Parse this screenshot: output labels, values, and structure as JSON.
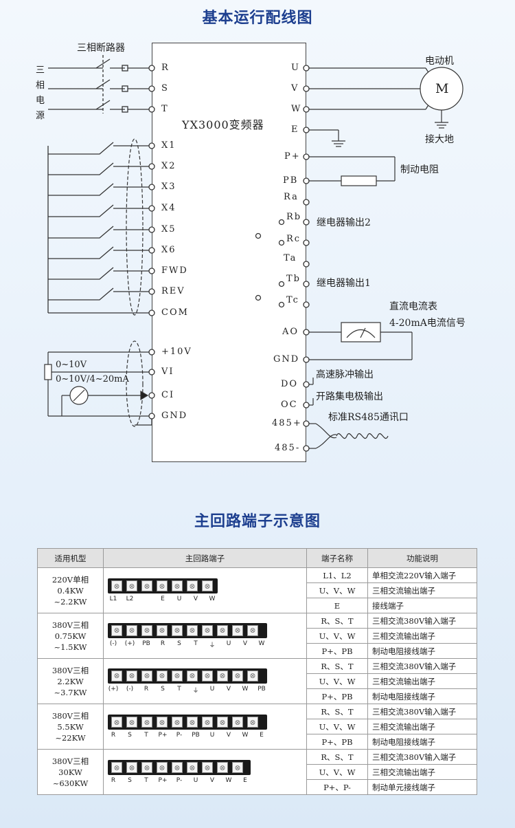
{
  "titles": {
    "wiring": "基本运行配线图",
    "terminals": "主回路端子示意图"
  },
  "wiring": {
    "vfd_name": "YX3000变频器",
    "labels": {
      "breaker": "三相断路器",
      "power_source": "三相电源",
      "motor": "电动机",
      "motor_symbol": "M",
      "ground": "接大地",
      "brake_resistor": "制动电阻",
      "relay2": "继电器输出2",
      "relay1": "继电器输出1",
      "ammeter": "直流电流表",
      "current_signal": "4-20mA电流信号",
      "pot_range": "0~10V",
      "vi_range": "0~10V/4~20mA",
      "pulse_out": "高速脉冲输出",
      "oc_out": "开路集电极输出",
      "rs485": "标准RS485通讯口"
    },
    "left_pins": [
      "R",
      "S",
      "T",
      "X1",
      "X2",
      "X3",
      "X4",
      "X5",
      "X6",
      "FWD",
      "REV",
      "COM",
      "+10V",
      "VI",
      "CI",
      "GND"
    ],
    "right_pins": [
      "U",
      "V",
      "W",
      "E",
      "P+",
      "PB",
      "Ra",
      "Rb",
      "Rc",
      "Ta",
      "Tb",
      "Tc",
      "AO",
      "GND",
      "DO",
      "OC",
      "485+",
      "485-"
    ]
  },
  "table": {
    "headers": [
      "适用机型",
      "主回路端子",
      "端子名称",
      "功能说明"
    ],
    "groups": [
      {
        "model": [
          "220V单相",
          "0.4KW ~2.2KW"
        ],
        "screws": 7,
        "labels": [
          "L1",
          "L2",
          "",
          "E",
          "U",
          "V",
          "W"
        ],
        "rows": [
          {
            "name": "L1、L2",
            "func": "单相交流220V输入端子"
          },
          {
            "name": "U、V、W",
            "func": "三相交流输出端子"
          },
          {
            "name": "E",
            "func": "接线端子"
          }
        ]
      },
      {
        "model": [
          "380V三相",
          "0.75KW ~1.5KW"
        ],
        "screws": 10,
        "labels": [
          "(-)",
          "(+)",
          "PB",
          "R",
          "S",
          "T",
          "⏚",
          "U",
          "V",
          "W"
        ],
        "rows": [
          {
            "name": "R、S、T",
            "func": "三相交流380V输入端子"
          },
          {
            "name": "U、V、W",
            "func": "三相交流输出端子"
          },
          {
            "name": "P+、PB",
            "func": "制动电阻接线端子"
          }
        ]
      },
      {
        "model": [
          "380V三相",
          "2.2KW ~3.7KW"
        ],
        "screws": 10,
        "labels": [
          "(+)",
          "(-)",
          "R",
          "S",
          "T",
          "⏚",
          "U",
          "V",
          "W",
          "PB"
        ],
        "rows": [
          {
            "name": "R、S、T",
            "func": "三相交流380V输入端子"
          },
          {
            "name": "U、V、W",
            "func": "三相交流输出端子"
          },
          {
            "name": "P+、PB",
            "func": "制动电阻接线端子"
          }
        ]
      },
      {
        "model": [
          "380V三相",
          "5.5KW ~22KW"
        ],
        "screws": 10,
        "labels": [
          "R",
          "S",
          "T",
          "P+",
          "P-",
          "PB",
          "U",
          "V",
          "W",
          "E"
        ],
        "rows": [
          {
            "name": "R、S、T",
            "func": "三相交流380V输入端子"
          },
          {
            "name": "U、V、W",
            "func": "三相交流输出端子"
          },
          {
            "name": "P+、PB",
            "func": "制动电阻接线端子"
          }
        ]
      },
      {
        "model": [
          "380V三相",
          "30KW ~630KW"
        ],
        "screws": 9,
        "labels": [
          "R",
          "S",
          "T",
          "P+",
          "P-",
          "U",
          "V",
          "W",
          "E"
        ],
        "rows": [
          {
            "name": "R、S、T",
            "func": "三相交流380V输入端子"
          },
          {
            "name": "U、V、W",
            "func": "三相交流输出端子"
          },
          {
            "name": "P+、P-",
            "func": "制动单元接线端子"
          }
        ]
      }
    ]
  }
}
